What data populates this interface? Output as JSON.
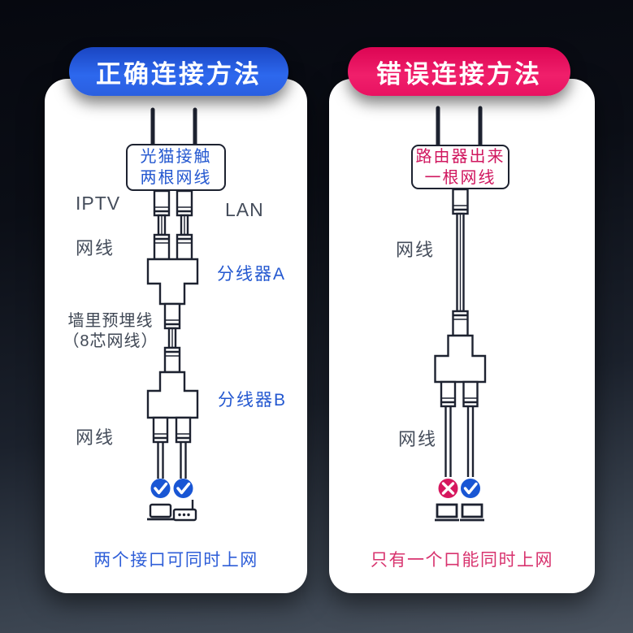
{
  "colors": {
    "background_top": "#06080f",
    "background_bottom": "#4a535f",
    "panel_bg": "#ffffff",
    "badge_blue_start": "#1a45c2",
    "badge_blue_end": "#2d68ee",
    "badge_pink_start": "#dc0553",
    "badge_pink_end": "#f01f6b",
    "diagram_line": "#1d2230",
    "label_gray": "#454d5b",
    "accent_blue": "#2458d0",
    "accent_pink": "#d0175f",
    "check_circle_blue": "#1956d4",
    "cross_circle_pink": "#d6175e"
  },
  "left_panel": {
    "badge": "正确连接方法",
    "modem_box": {
      "line1": "光猫接触",
      "line2": "两根网线"
    },
    "labels": {
      "iptv": "IPTV",
      "lan": "LAN",
      "cable_top": "网线",
      "splitter_a": "分线器A",
      "wall_cable_line1": "墙里预埋线",
      "wall_cable_line2": "（8芯网线）",
      "splitter_b": "分线器B",
      "cable_bottom": "网线"
    },
    "caption": "两个接口可同时上网"
  },
  "right_panel": {
    "badge": "错误连接方法",
    "router_box": {
      "line1": "路由器出来",
      "line2": "一根网线"
    },
    "labels": {
      "cable_top": "网线",
      "cable_bottom": "网线"
    },
    "caption": "只有一个口能同时上网"
  }
}
